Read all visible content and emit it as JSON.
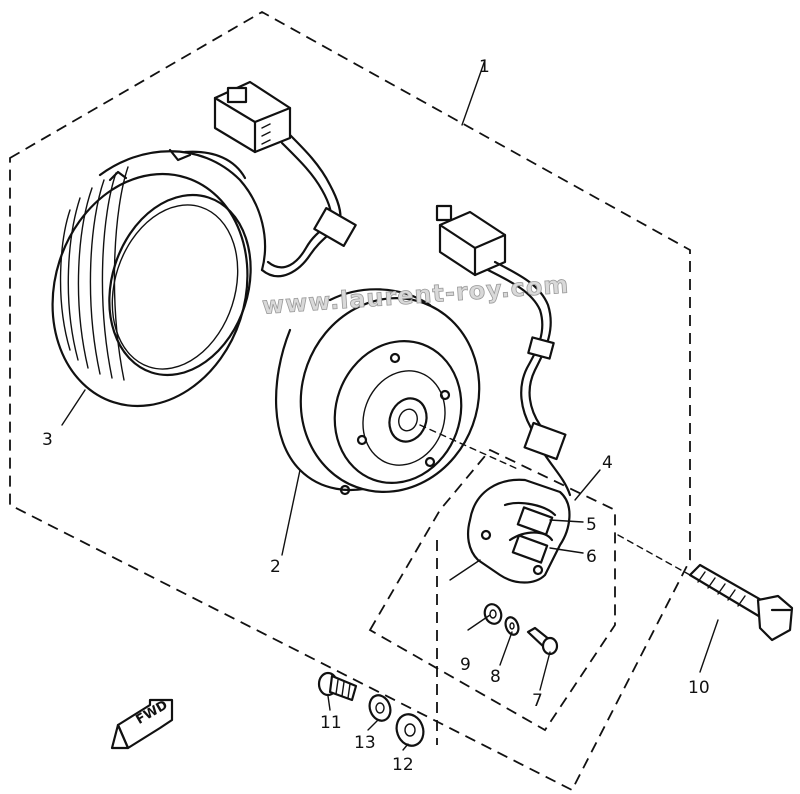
{
  "watermark": "www.laurent-roy.com",
  "direction_arrow": "FWD",
  "callouts": {
    "c1": "1",
    "c2": "2",
    "c3": "3",
    "c4": "4",
    "c5": "5",
    "c6": "6",
    "c7": "7",
    "c8": "8",
    "c9": "9",
    "c10": "10",
    "c11": "11",
    "c12": "12",
    "c13": "13"
  }
}
